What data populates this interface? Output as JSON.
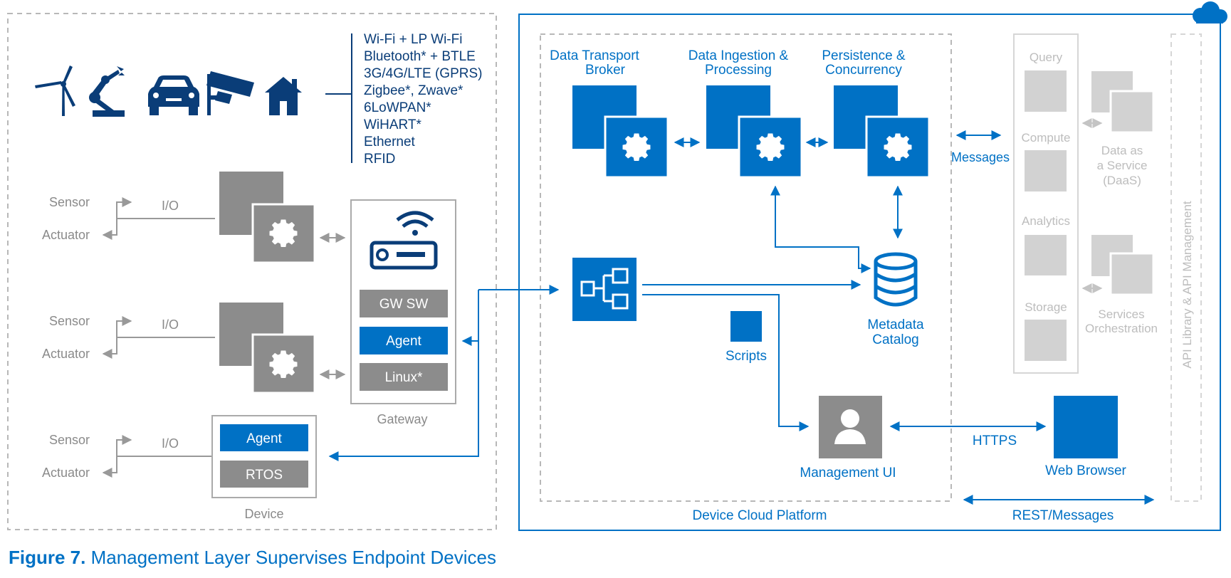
{
  "connectivity": [
    "Wi-Fi + LP Wi-Fi",
    "Bluetooth* + BTLE",
    "3G/4G/LTE (GPRS)",
    "Zigbee*, Zwave*",
    "6LoWPAN*",
    "WiHART*",
    "Ethernet",
    "RFID"
  ],
  "endpoints": {
    "sensor": "Sensor",
    "actuator": "Actuator",
    "io": "I/O"
  },
  "gateway": {
    "layers": [
      "GW SW",
      "Agent",
      "Linux*"
    ],
    "label": "Gateway"
  },
  "device": {
    "layers": [
      "Agent",
      "RTOS"
    ],
    "label": "Device"
  },
  "platform": {
    "components": [
      "Data Transport\nBroker",
      "Data Ingestion &\nProcessing",
      "Persistence &\nConcurrency"
    ],
    "metadata": "Metadata\nCatalog",
    "scripts": "Scripts",
    "management_ui": "Management UI",
    "label": "Device Cloud Platform"
  },
  "messages": "Messages",
  "services": {
    "stack": [
      "Query",
      "Compute",
      "Analytics",
      "Storage"
    ],
    "daas": "Data as\na  Service\n(DaaS)",
    "orchestration": "Services\nOrchestration",
    "api": "API Library & API Management"
  },
  "https": "HTTPS",
  "web_browser": "Web Browser",
  "rest": "REST/Messages",
  "caption": {
    "prefix": "Figure 7.",
    "text": " Management Layer Supervises Endpoint Devices"
  },
  "colors": {
    "blue": "#0071c5",
    "navy": "#0a3d78",
    "gray_box": "#8c8c8c",
    "light_gray_box": "#d2d2d2"
  },
  "icons": [
    "wind-turbine-icon",
    "robot-arm-icon",
    "car-icon",
    "security-camera-icon",
    "house-icon",
    "wifi-router-icon",
    "gear-icon",
    "flowchart-icon",
    "database-icon",
    "user-icon",
    "cloud-icon"
  ]
}
